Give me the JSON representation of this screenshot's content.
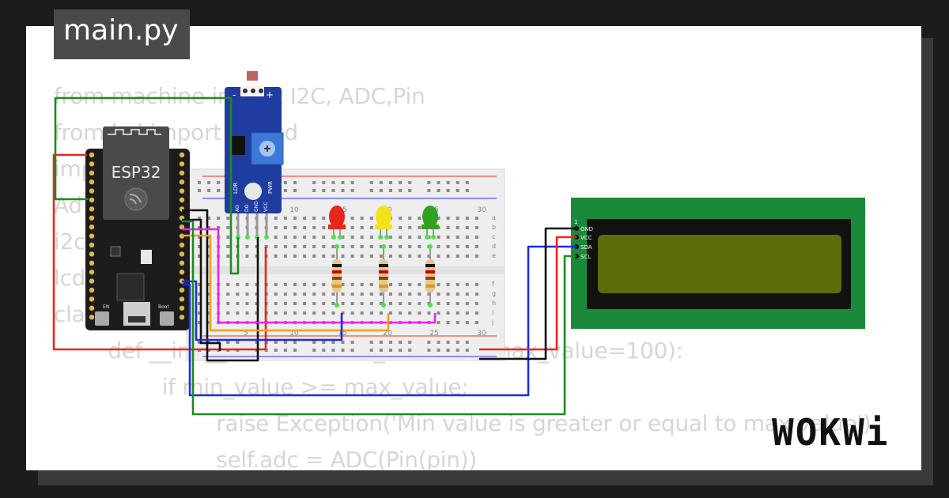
{
  "tab": {
    "title": "main.py"
  },
  "code_lines": [
    "from machine import I2C, ADC,Pin",
    "from lcd import I2cLcd",
    "import",
    "Ad",
    "i2c",
    "lcd",
    "class LDR:",
    "    def __init__(self, Pin, min_value=0, max_value=100):",
    "        if min_value >= max_value:",
    "            raise Exception('Min value is greater or equal to max value')",
    "            self.adc = ADC(Pin(pin))"
  ],
  "esp32": {
    "label": "ESP32",
    "boot_label": "Boot",
    "en_label": "EN"
  },
  "ldr_module": {
    "pins": [
      "AO",
      "DO",
      "GND",
      "VCC"
    ],
    "labels": [
      "LDR",
      "PWR"
    ],
    "minus": "-",
    "plus": "+"
  },
  "breadboard": {
    "column_numbers": [
      "5",
      "10",
      "15",
      "20",
      "25",
      "30"
    ],
    "row_letters_top": [
      "a",
      "b",
      "c",
      "d",
      "e"
    ],
    "row_letters_bottom": [
      "f",
      "g",
      "h",
      "i",
      "j"
    ]
  },
  "leds": [
    {
      "name": "red",
      "color": "#e8271c"
    },
    {
      "name": "yellow",
      "color": "#f2e21b"
    },
    {
      "name": "green",
      "color": "#33a021"
    }
  ],
  "lcd": {
    "pins": [
      "GND",
      "VCC",
      "SDA",
      "SCL"
    ],
    "pin1": "1"
  },
  "brand": {
    "text": "WOKWi"
  },
  "colors": {
    "wire_red": "#e8271c",
    "wire_black": "#111111",
    "wire_green": "#1e8a21",
    "wire_blue": "#1a2ee0",
    "wire_magenta": "#f024e8",
    "wire_orange": "#f0a21c",
    "lcd_board": "#1a8a3a",
    "lcd_screen": "#5b6d08"
  }
}
